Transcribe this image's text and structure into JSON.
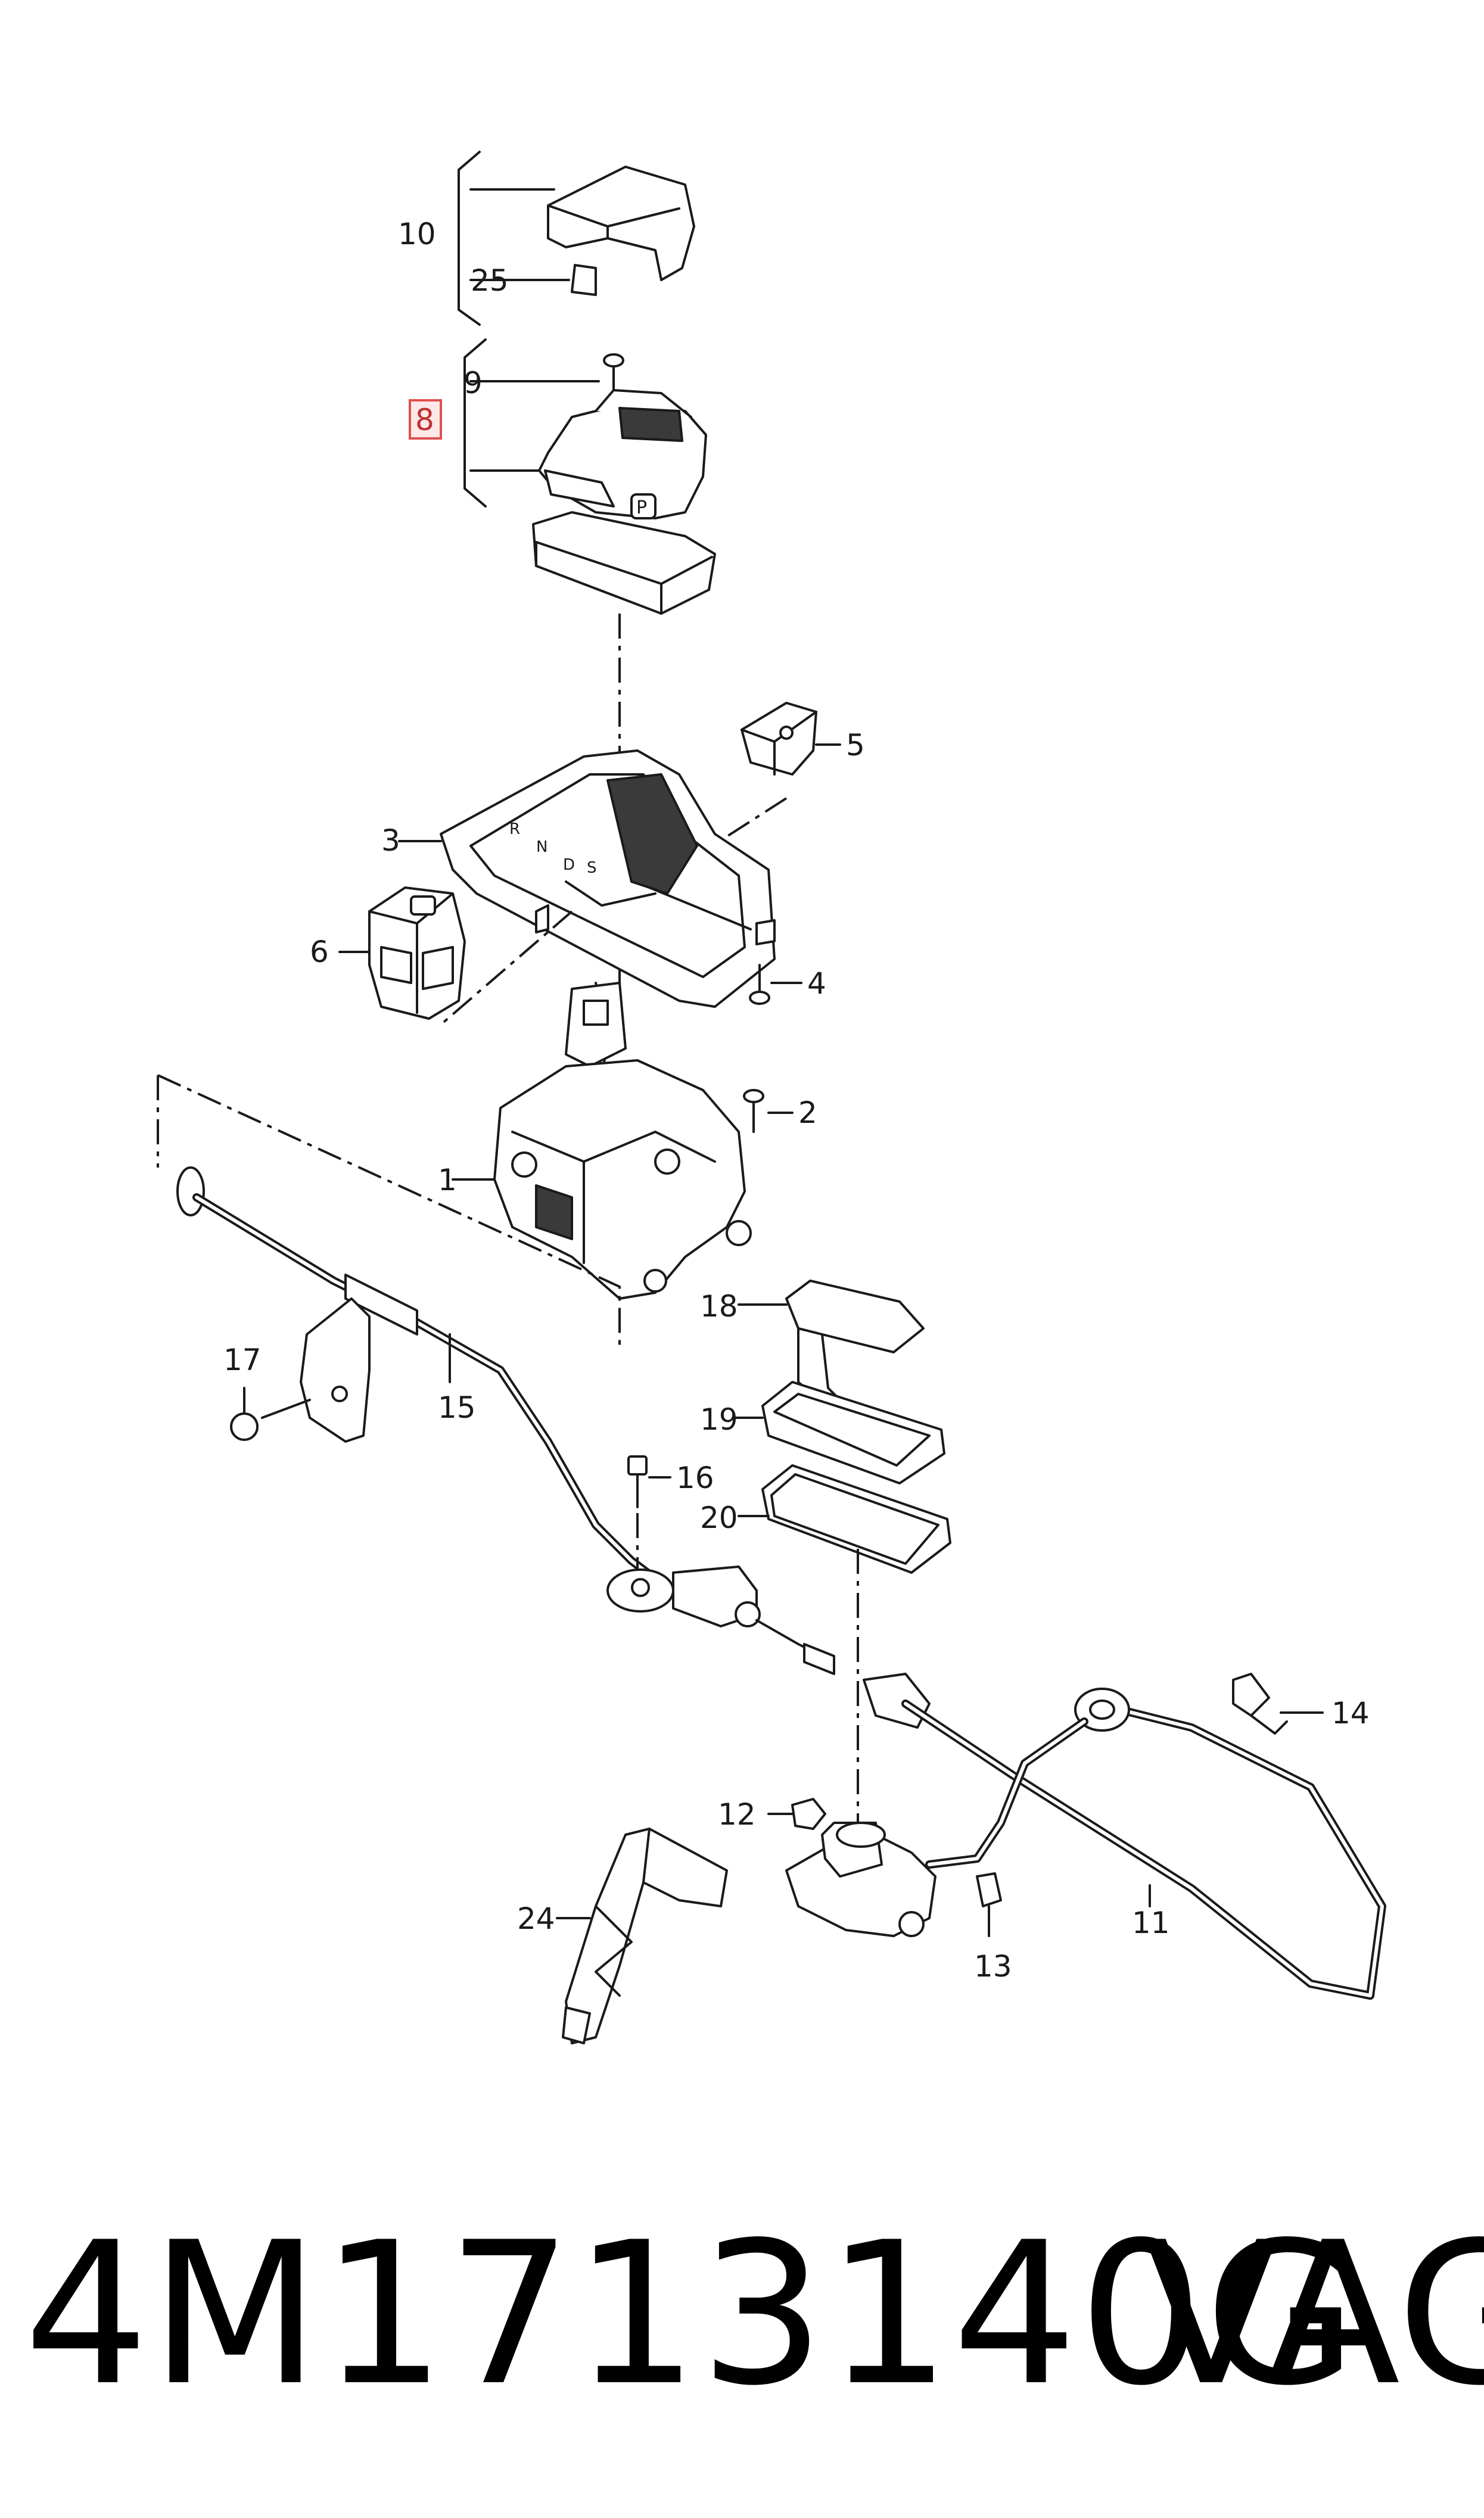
{
  "callouts": {
    "c10": "10",
    "c25": "25",
    "c9": "9",
    "c8": "8",
    "c5": "5",
    "c3": "3",
    "c6": "6",
    "c4": "4",
    "c2": "2",
    "c1": "1",
    "c18": "18",
    "c17": "17",
    "c15": "15",
    "c19": "19",
    "c16": "16",
    "c20": "20",
    "c14": "14",
    "c12": "12",
    "c24": "24",
    "c11": "11",
    "c13": "13"
  },
  "highlighted_callout": "8",
  "gear_letters": {
    "r": "R",
    "n": "N",
    "d": "D",
    "s": "S",
    "p_button": "P"
  },
  "footer": {
    "part_number": "4M1713140G",
    "brand": "VAG"
  },
  "colors": {
    "line": "#1a1a1a",
    "highlight_fill": "#fde8e8",
    "highlight_stroke": "#e05050"
  }
}
